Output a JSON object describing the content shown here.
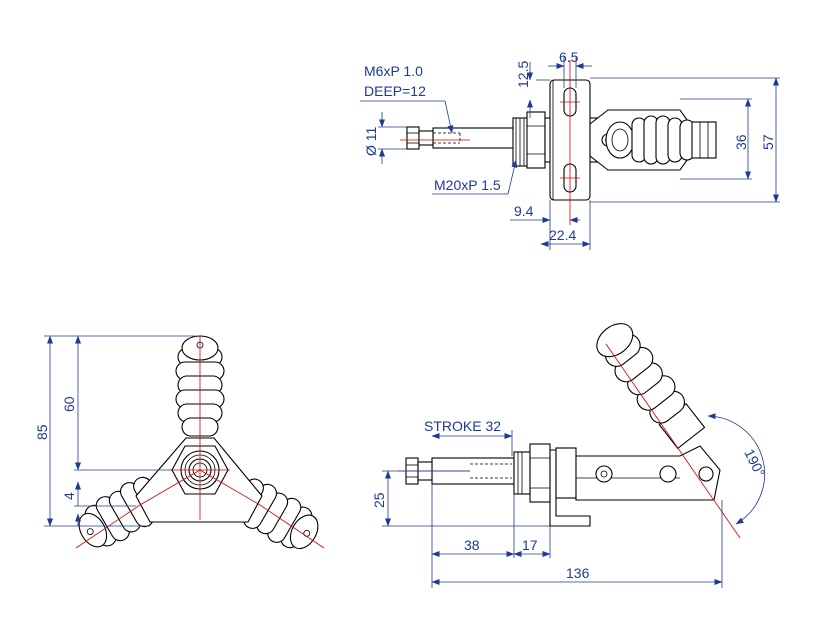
{
  "colors": {
    "line": "#000000",
    "dimension": "#1f3a93",
    "centerline": "#d40000",
    "background": "#ffffff"
  },
  "top_view": {
    "thread_small": [
      "M6xP 1.0",
      "DEEP=12"
    ],
    "diameter": "Ø 11",
    "thread_large": "M20xP 1.5",
    "dim_12_5": "12.5",
    "dim_6_5": "6.5",
    "dim_36": "36",
    "dim_57": "57",
    "dim_9_4": "9.4",
    "dim_22_4": "22.4"
  },
  "end_view": {
    "dim_85": "85",
    "dim_60": "60",
    "dim_4": "4"
  },
  "side_view": {
    "stroke": "STROKE 32",
    "dim_25": "25",
    "dim_38": "38",
    "dim_17": "17",
    "dim_136": "136",
    "angle": "190°"
  }
}
